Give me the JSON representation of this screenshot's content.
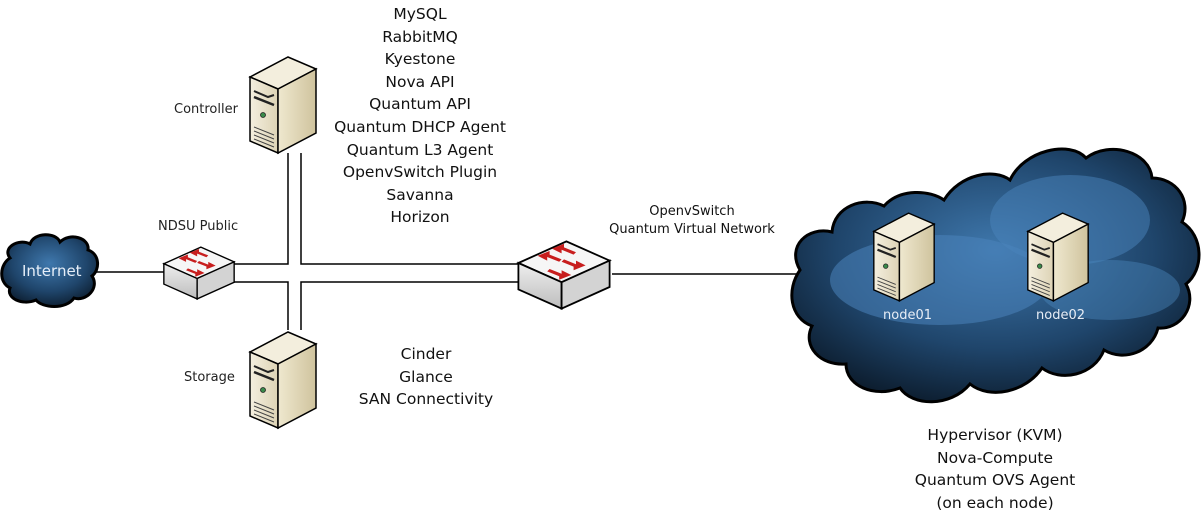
{
  "internet": {
    "label": "Internet"
  },
  "ndsu_switch": {
    "label": "NDSU Public"
  },
  "controller": {
    "label": "Controller",
    "services": [
      "MySQL",
      "RabbitMQ",
      "Kyestone",
      "Nova API",
      "Quantum API",
      "Quantum DHCP Agent",
      "Quantum L3 Agent",
      "OpenvSwitch Plugin",
      "Savanna",
      "Horizon"
    ]
  },
  "storage": {
    "label": "Storage",
    "services": [
      "Cinder",
      "Glance",
      "SAN Connectivity"
    ]
  },
  "ovs_switch": {
    "label_line1": "OpenvSwitch",
    "label_line2": "Quantum Virtual Network"
  },
  "compute_cloud": {
    "nodes": [
      {
        "label": "node01"
      },
      {
        "label": "node02"
      }
    ],
    "services": [
      "Hypervisor (KVM)",
      "Nova-Compute",
      "Quantum OVS Agent",
      "(on each node)"
    ]
  },
  "colors": {
    "cloud_dark": "#0f2236",
    "cloud_mid": "#2c5a86",
    "cloud_light": "#4f8cc4",
    "server_body": "#ece5d0",
    "arrow_red": "#c81e1e",
    "line": "#000000"
  }
}
